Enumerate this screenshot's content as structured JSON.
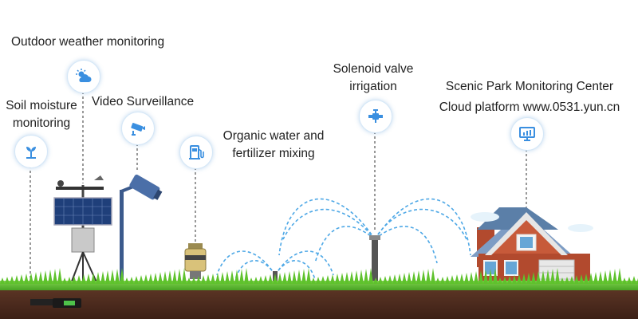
{
  "labels": {
    "outdoor_weather": "Outdoor weather monitoring",
    "soil_moisture_line1": "Soil moisture",
    "soil_moisture_line2": "monitoring",
    "video_surveillance": "Video Surveillance",
    "organic_water_line1": "Organic water and",
    "organic_water_line2": "fertilizer mixing",
    "solenoid_line1": "Solenoid valve",
    "solenoid_line2": "irrigation",
    "scenic_park": "Scenic Park Monitoring Center",
    "cloud_platform": "Cloud platform www.0531.yun.cn"
  },
  "icons": {
    "soil": "sprout-icon",
    "weather": "sun-cloud-icon",
    "video": "cctv-camera-icon",
    "fertilizer": "fuel-pump-icon",
    "valve": "faucet-valve-icon",
    "monitor": "monitor-chart-icon"
  },
  "colors": {
    "icon_blue": "#3a8fe0",
    "leader_line": "#555555",
    "spray_blue": "#4ea8e6",
    "grass": "#52b82a",
    "soil": "#4a2a1c",
    "house_roof": "#5b7fa8",
    "house_brick": "#b24a2e"
  }
}
